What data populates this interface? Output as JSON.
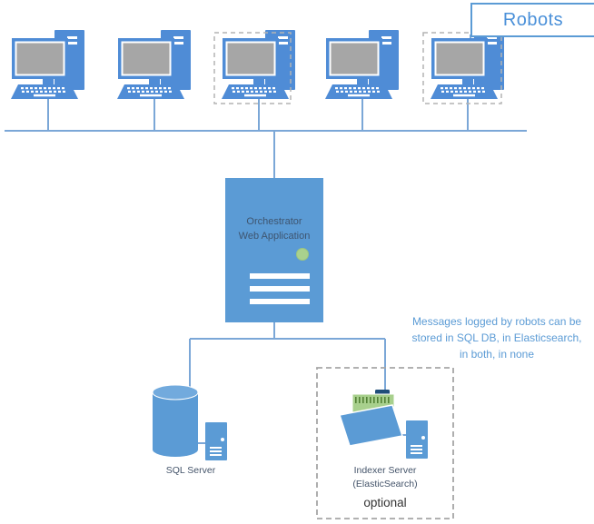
{
  "diagram": {
    "robots_box": {
      "label": "Robots"
    },
    "orchestrator": {
      "line1": "Orchestrator",
      "line2": "Web Application"
    },
    "sql_server": {
      "label": "SQL Server"
    },
    "indexer": {
      "label_line1": "Indexer Server",
      "label_line2": "(ElasticSearch)",
      "optional_label": "optional"
    },
    "note": {
      "lines": [
        "Messages logged by robots can be",
        "stored in SQL DB, in Elasticsearch,",
        "in both, in none"
      ]
    },
    "colors": {
      "computer_blue": "#4f8cd6",
      "box_blue": "#5b9bd5",
      "connector_blue": "#7ba7d7",
      "screen_gray": "#a6a6a6",
      "label_dark": "#44546a",
      "robots_text_blue": "#4a90d9",
      "status_green": "#a9d18e",
      "paper_green": "#a8d08d",
      "dashed_gray": "#a6a6a6",
      "selection_dash_gray": "#b3b3b3"
    }
  }
}
